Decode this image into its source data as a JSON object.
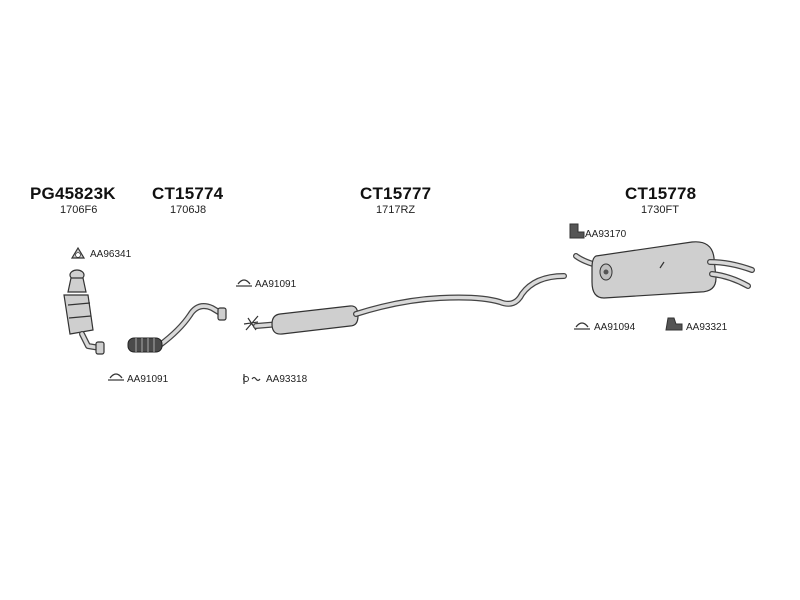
{
  "components": [
    {
      "code": "PG45823K",
      "ref": "1706F6"
    },
    {
      "code": "CT15774",
      "ref": "1706J8"
    },
    {
      "code": "CT15777",
      "ref": "1717RZ"
    },
    {
      "code": "CT15778",
      "ref": "1730FT"
    }
  ],
  "fittings": {
    "gasket_top_left": "AA96341",
    "clamp_left": "AA91091",
    "clamp_mid": "AA91091",
    "bolt_spring": "AA93318",
    "hanger_top_right": "AA93170",
    "clamp_right": "AA91094",
    "mount_right": "AA93321"
  }
}
